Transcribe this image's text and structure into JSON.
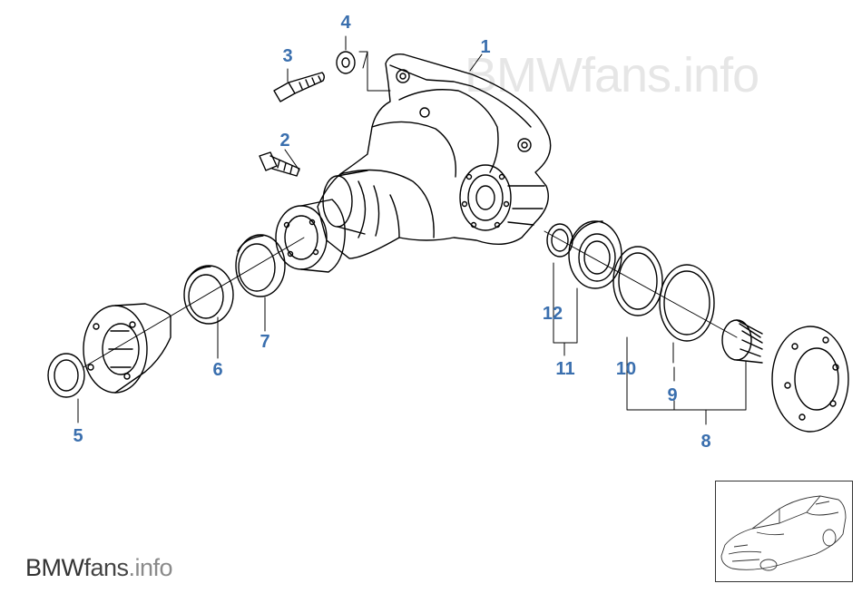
{
  "watermark": {
    "text": "BMWfans.info"
  },
  "logo": {
    "part1": "BMW",
    "part2": "fans",
    "part3": ".info"
  },
  "callouts": [
    {
      "id": "1",
      "label": "1"
    },
    {
      "id": "2",
      "label": "2"
    },
    {
      "id": "3",
      "label": "3"
    },
    {
      "id": "4",
      "label": "4"
    },
    {
      "id": "5",
      "label": "5"
    },
    {
      "id": "6",
      "label": "6"
    },
    {
      "id": "7",
      "label": "7"
    },
    {
      "id": "8",
      "label": "8"
    },
    {
      "id": "9",
      "label": "9"
    },
    {
      "id": "10",
      "label": "10"
    },
    {
      "id": "11",
      "label": "11"
    },
    {
      "id": "12",
      "label": "12"
    }
  ],
  "colors": {
    "callout": "#3a6fae",
    "line": "#000000",
    "watermark": "#e6e6e6"
  }
}
